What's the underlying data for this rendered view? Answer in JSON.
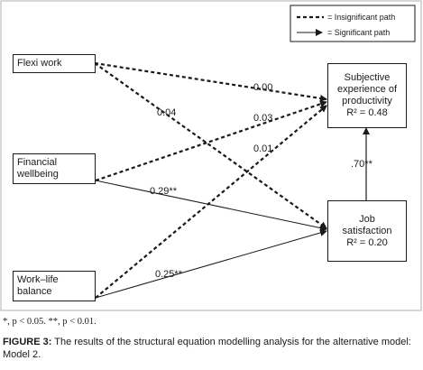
{
  "legend": {
    "insignificant_label": "= Insignificant path",
    "significant_label": "= Significant path"
  },
  "nodes": {
    "flexi_work": {
      "lines": [
        "Flexi work"
      ]
    },
    "financial_wellbeing": {
      "lines": [
        "Financial",
        "wellbeing"
      ]
    },
    "work_life_balance": {
      "lines": [
        "Work–life",
        "balance"
      ]
    },
    "subjective_productivity": {
      "lines": [
        "Subjective",
        "experience of",
        "productivity",
        "R² = 0.48"
      ]
    },
    "job_satisfaction": {
      "lines": [
        "Job",
        "satisfaction",
        "R² = 0.20"
      ]
    }
  },
  "paths": {
    "flexi_to_productivity": "0.00",
    "flexi_to_job": "0.04",
    "financial_to_productivity": "0.03",
    "financial_to_job": "0.29**",
    "worklife_to_productivity": "0.01",
    "worklife_to_job": "0.25**",
    "job_to_productivity": ".70**"
  },
  "note": "*, p < 0.05. **, p < 0.01.",
  "caption": {
    "label": "FIGURE 3:",
    "text": " The results of the structural equation modelling analysis for the alternative model: Model 2."
  }
}
